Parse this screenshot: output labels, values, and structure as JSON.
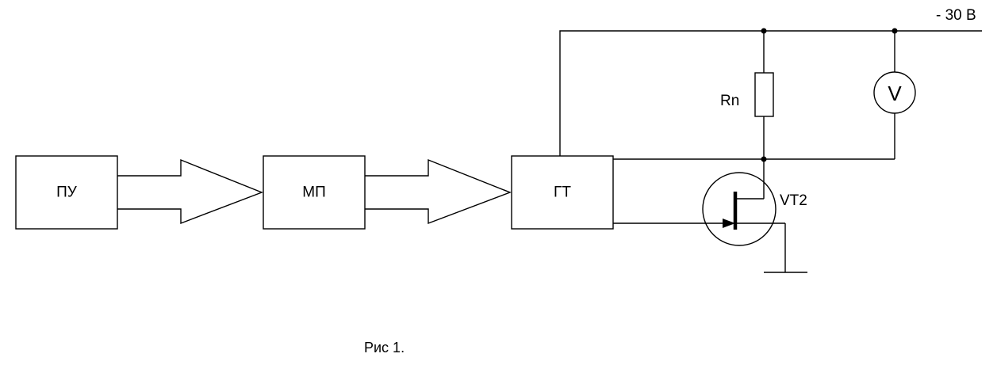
{
  "diagram": {
    "supply_label": "- 30 В",
    "blocks": [
      {
        "id": "pu",
        "label": "ПУ"
      },
      {
        "id": "mp",
        "label": "МП"
      },
      {
        "id": "gt",
        "label": "ГТ"
      }
    ],
    "resistor_label": "Rn",
    "voltmeter_label": "V",
    "transistor_label": "VT2",
    "caption": "Рис 1."
  }
}
